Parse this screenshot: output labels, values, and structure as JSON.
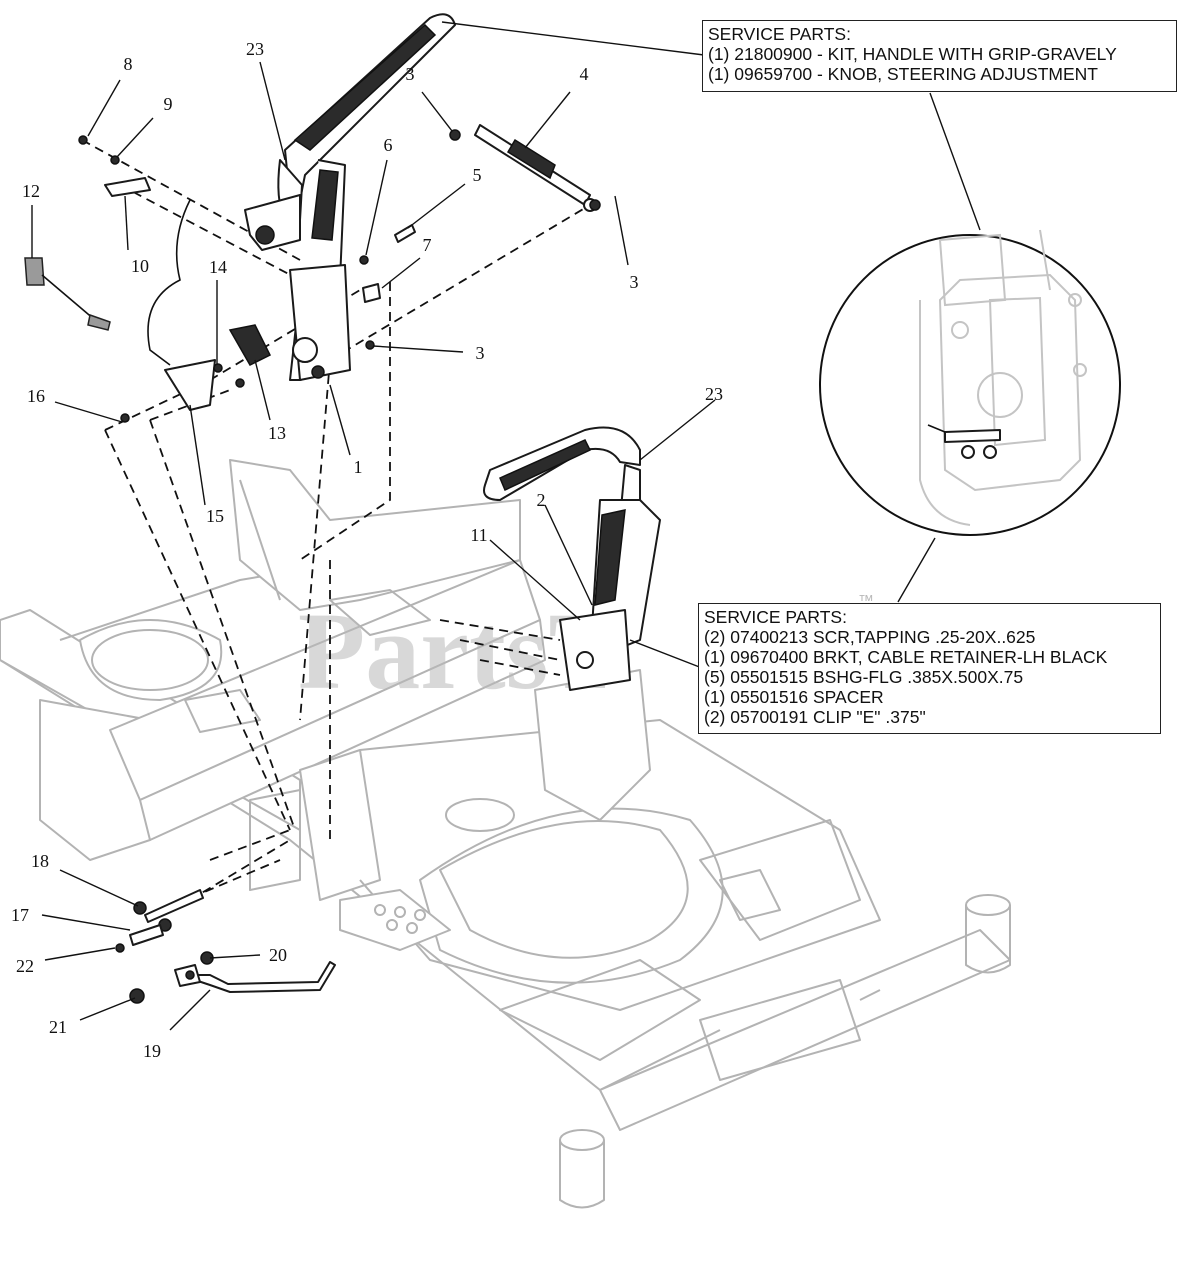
{
  "callouts": {
    "c1": "1",
    "c2": "2",
    "c3": "3",
    "c4": "4",
    "c5": "5",
    "c6": "6",
    "c7": "7",
    "c8": "8",
    "c9": "9",
    "c10": "10",
    "c11": "11",
    "c12": "12",
    "c13": "13",
    "c14": "14",
    "c15": "15",
    "c16": "16",
    "c17": "17",
    "c18": "18",
    "c19": "19",
    "c20": "20",
    "c21": "21",
    "c22": "22",
    "c23": "23"
  },
  "service_box_top": {
    "lines": [
      "SERVICE PARTS:",
      "(1) 21800900 - KIT, HANDLE WITH GRIP-GRAVELY",
      "(1) 09659700 - KNOB, STEERING ADJUSTMENT"
    ]
  },
  "service_box_mid": {
    "lines": [
      "SERVICE PARTS:",
      "(2) 07400213 SCR,TAPPING .25-20X..625",
      "(1) 09670400 BRKT, CABLE RETAINER-LH BLACK",
      "(5) 05501515 BSHG-FLG .385X.500X.75",
      "(1) 05501516 SPACER",
      "(2) 05700191 CLIP \"E\" .375\""
    ]
  },
  "watermark": {
    "text": "PartsT",
    "trademark": "™"
  }
}
